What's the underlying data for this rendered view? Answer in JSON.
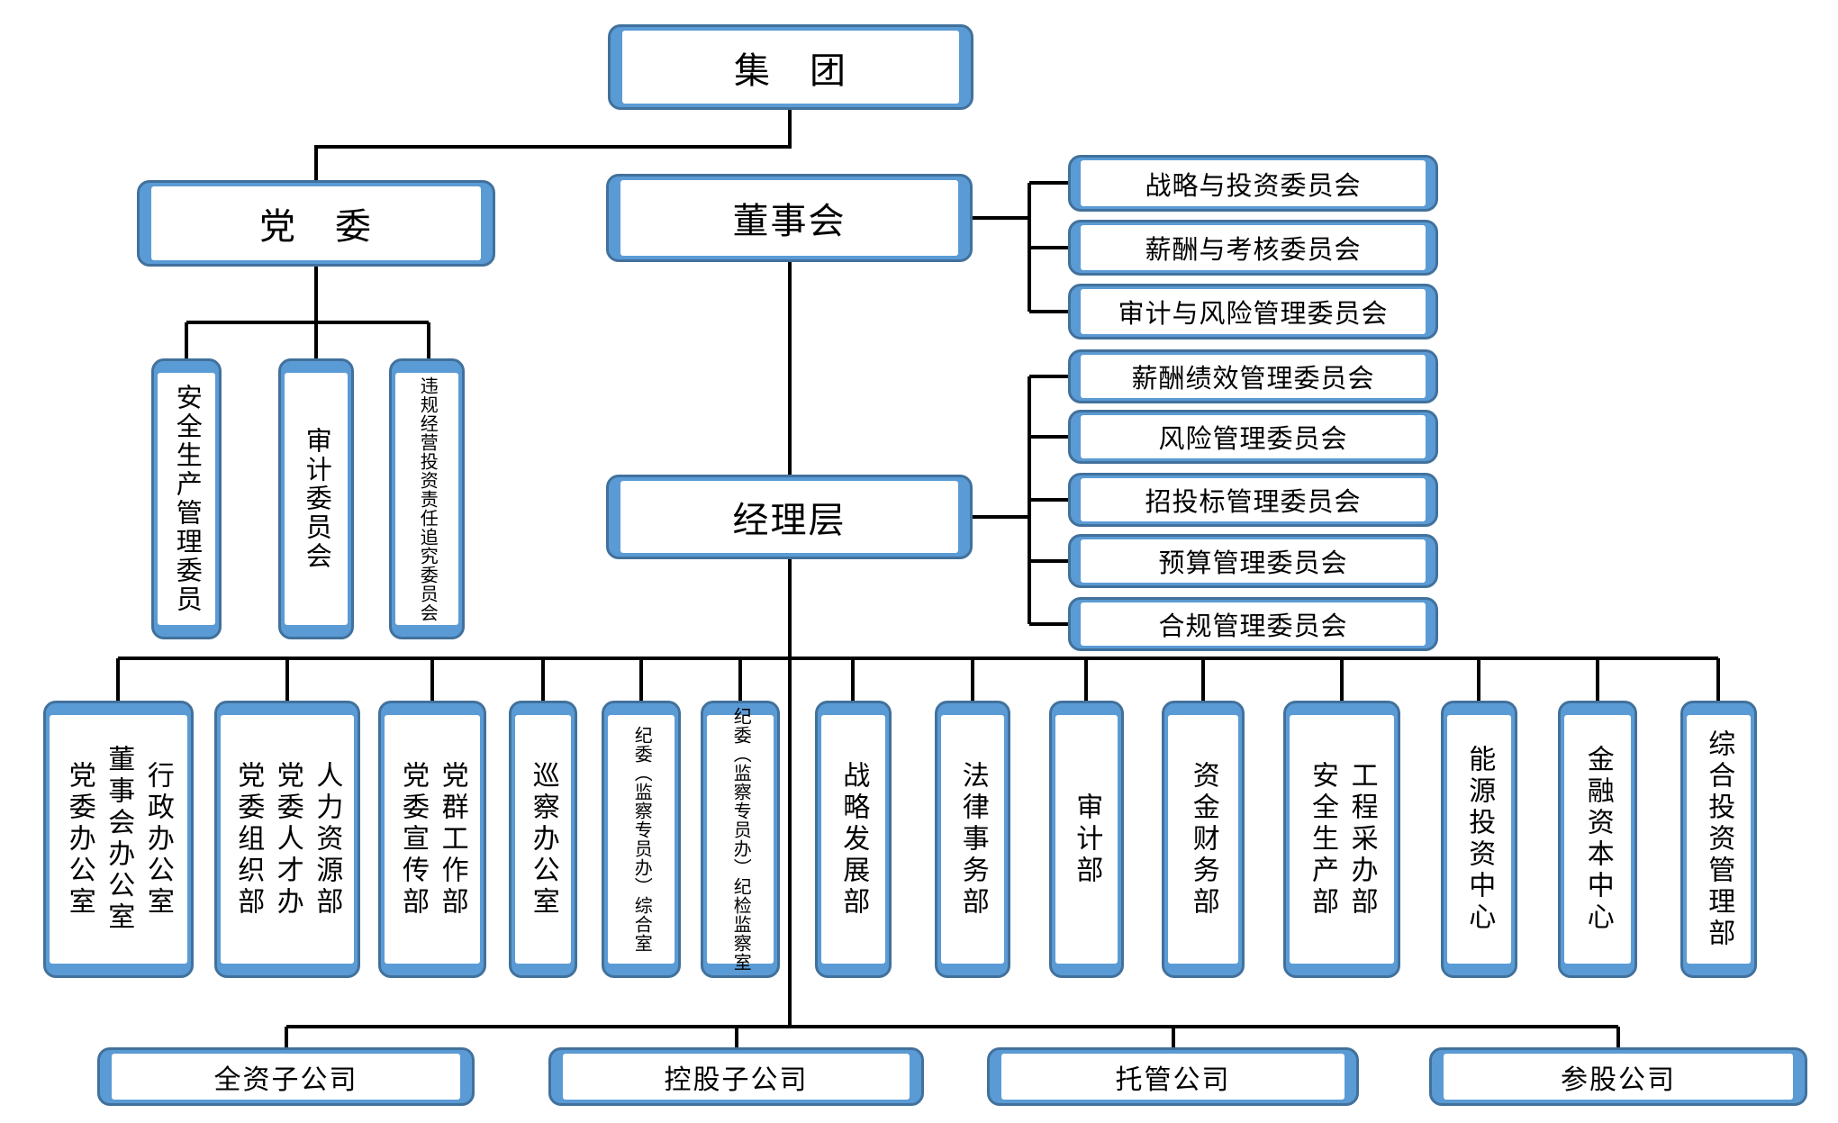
{
  "colors": {
    "box_fill": "#5B9BD5",
    "box_border": "#41719C",
    "connector": "#000000",
    "background": "#FFFFFF"
  },
  "nodes": {
    "group": "集　团",
    "party_committee": "党　委",
    "board": "董事会",
    "management": "经理层",
    "board_committees": [
      "战略与投资委员会",
      "薪酬与考核委员会",
      "审计与风险管理委员会"
    ],
    "management_committees": [
      "薪酬绩效管理委员会",
      "风险管理委员会",
      "招投标管理委员会",
      "预算管理委员会",
      "合规管理委员会"
    ],
    "party_sub_committees": [
      "安全生产管理委员",
      "审计委员会",
      "违规经营投资责任追究委员会"
    ],
    "departments": [
      {
        "columns": [
          "党委办公室",
          "董事会办公室",
          "行政办公室"
        ]
      },
      {
        "columns": [
          "党委组织部",
          "党委人才办",
          "人力资源部"
        ]
      },
      {
        "columns": [
          "党委宣传部",
          "党群工作部"
        ]
      },
      {
        "columns": [
          "巡察办公室"
        ]
      },
      {
        "columns": [
          "纪委（监察专员办）综合室"
        ]
      },
      {
        "columns": [
          "纪委（监察专员办）纪检监察室"
        ]
      },
      {
        "columns": [
          "战略发展部"
        ]
      },
      {
        "columns": [
          "法律事务部"
        ]
      },
      {
        "columns": [
          "审计部"
        ]
      },
      {
        "columns": [
          "资金财务部"
        ]
      },
      {
        "columns": [
          "安全生产部",
          "工程采办部"
        ]
      },
      {
        "columns": [
          "能源投资中心"
        ]
      },
      {
        "columns": [
          "金融资本中心"
        ]
      },
      {
        "columns": [
          "综合投资管理部"
        ]
      }
    ],
    "subsidiaries": [
      "全资子公司",
      "控股子公司",
      "托管公司",
      "参股公司"
    ]
  }
}
